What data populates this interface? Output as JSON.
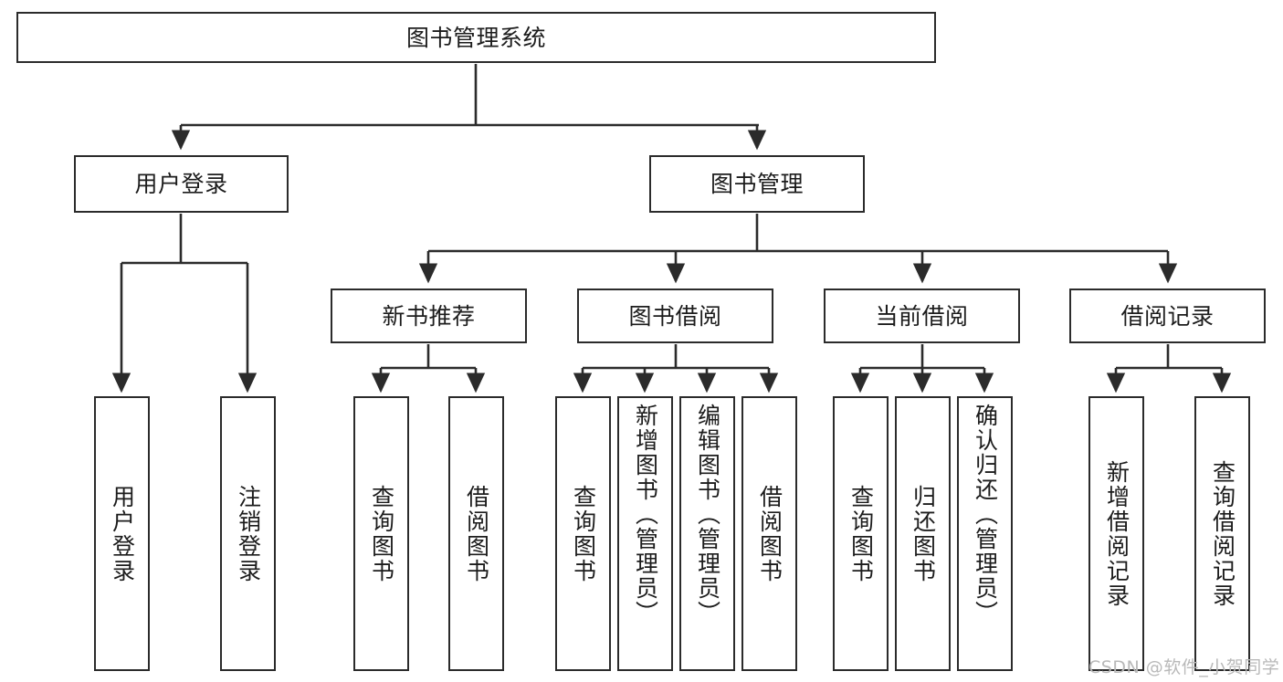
{
  "diagram": {
    "title_node": {
      "label": "图书管理系统"
    },
    "level2": [
      {
        "id": "user-login",
        "label": "用户登录"
      },
      {
        "id": "book-manage",
        "label": "图书管理"
      }
    ],
    "level3": [
      {
        "id": "new-book-recommend",
        "label": "新书推荐"
      },
      {
        "id": "book-borrow",
        "label": "图书借阅"
      },
      {
        "id": "current-borrow",
        "label": "当前借阅"
      },
      {
        "id": "borrow-record",
        "label": "借阅记录"
      }
    ],
    "leaves": {
      "user_login": [
        {
          "id": "leaf-user-login",
          "label": "用户登录"
        },
        {
          "id": "leaf-logout",
          "label": "注销登录"
        }
      ],
      "new_book_recommend": [
        {
          "id": "leaf-query-book-1",
          "label": "查询图书"
        },
        {
          "id": "leaf-borrow-book-1",
          "label": "借阅图书"
        }
      ],
      "book_borrow": [
        {
          "id": "leaf-query-book-2",
          "label": "查询图书"
        },
        {
          "id": "leaf-add-book",
          "label": "新增图书（管理员）"
        },
        {
          "id": "leaf-edit-book",
          "label": "编辑图书（管理员）"
        },
        {
          "id": "leaf-borrow-book-2",
          "label": "借阅图书"
        }
      ],
      "current_borrow": [
        {
          "id": "leaf-query-book-3",
          "label": "查询图书"
        },
        {
          "id": "leaf-return-book",
          "label": "归还图书"
        },
        {
          "id": "leaf-confirm-return",
          "label": "确认归还（管理员）"
        }
      ],
      "borrow_record": [
        {
          "id": "leaf-add-record",
          "label": "新增借阅记录"
        },
        {
          "id": "leaf-query-record",
          "label": "查询借阅记录"
        }
      ]
    }
  },
  "watermark": {
    "text": "CSDN @软件_小贺同学"
  },
  "colors": {
    "stroke": "#2b2b2b",
    "background": "#ffffff",
    "text": "#1c1c1c",
    "watermark": "#b9b9b9"
  }
}
